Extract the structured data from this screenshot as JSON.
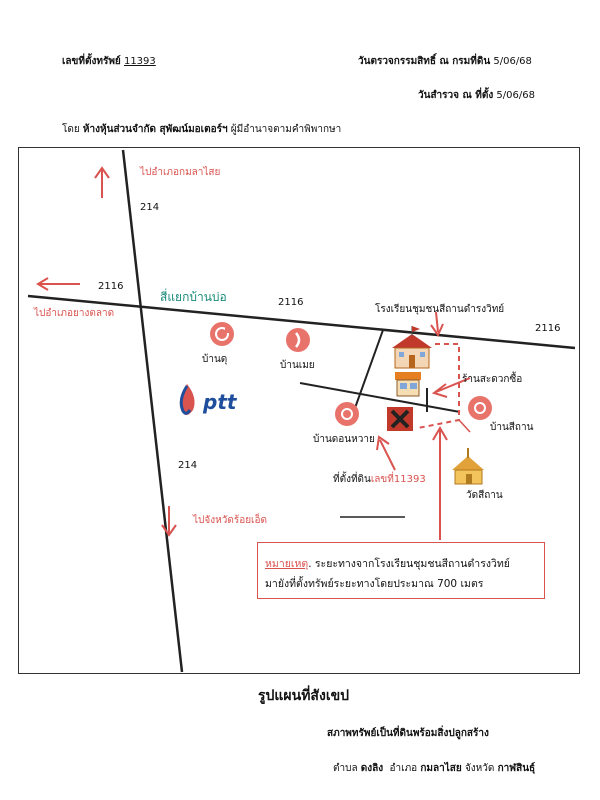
{
  "header": {
    "parcel_label": "เลขที่ตั้งทรัพย์",
    "parcel_number": "11393",
    "inspect_land_office_label": "วันตรวจกรรมสิทธิ์ ณ กรมที่ดิน",
    "inspect_land_office_date": "5/06/68",
    "survey_site_label": "วันสำรวจ ณ ที่ตั้ง",
    "survey_site_date": "5/06/68",
    "by_prefix": "โดย",
    "company": "ห้างหุ้นส่วนจำกัด สุพัฒน์มอเตอร์ฯ",
    "by_suffix": "ผู้มีอำนาจตามคำพิพากษา"
  },
  "map": {
    "roads": {
      "r214_top": "214",
      "r214_bottom": "214",
      "r2116_left": "2116",
      "r2116_mid": "2116",
      "r2116_right": "2116"
    },
    "destinations": {
      "north": "ไปอำเภอกมลาไสย",
      "west": "ไปอำเภอยางตลาด",
      "south": "ไปจังหวัดร้อยเอ็ด"
    },
    "junction": "สี่แยกบ้านบ่อ",
    "places": {
      "ban_du": "บ้านดุ",
      "ban_moei": "บ้านเมย",
      "school": "โรงเรียนชุมชนสีถานดำรงวิทย์",
      "store": "ร้านสะดวกซื้อ",
      "ban_sithan": "บ้านสีถาน",
      "ban_don_wai": "บ้านดอนหวาย",
      "wat": "วัดสีถาน"
    },
    "ptt_logo": "ptt",
    "site_label": "ที่ตั้งที่ดิน",
    "site_number": "เลขที่11393",
    "note_label": "หมายเหตุ",
    "note_line1": ". ระยะทางจากโรงเรียนชุมชนสีถานดำรงวิทย์",
    "note_line2": "มายังที่ตั้งทรัพย์ระยะทางโดยประมาณ 700 เมตร",
    "colors": {
      "accent_red": "#d9534f",
      "junction_teal": "#1a8a7a",
      "ptt_blue": "#1f4e9c"
    }
  },
  "footer": {
    "title": "รูปแผนที่สังเขป",
    "subtitle": "สภาพทรัพย์เป็นที่ดินพร้อมสิ่งปลูกสร้าง",
    "tambon_label": "ตำบล",
    "tambon": "ดงลิง",
    "amphoe_label": "อำเภอ",
    "amphoe": "กมลาไสย",
    "province_label": "จังหวัด",
    "province": "กาฬสินธุ์"
  }
}
